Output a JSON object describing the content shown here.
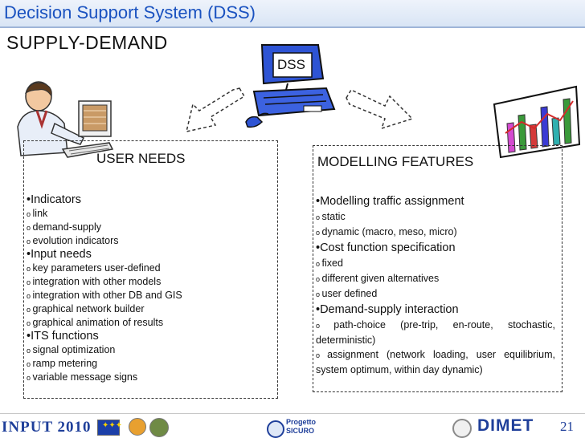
{
  "header": {
    "title": "Decision Support System (DSS)"
  },
  "slide": {
    "subtitle": "SUPPLY-DEMAND"
  },
  "monitor": {
    "label": "DSS"
  },
  "user_needs": {
    "heading": "USER NEEDS",
    "items": [
      {
        "kind": "bullet",
        "text": "Indicators"
      },
      {
        "kind": "sub",
        "text": "link"
      },
      {
        "kind": "sub",
        "text": "demand-supply"
      },
      {
        "kind": "sub",
        "text": "evolution indicators"
      },
      {
        "kind": "bullet",
        "text": "Input needs"
      },
      {
        "kind": "sub",
        "text": "key parameters user-defined"
      },
      {
        "kind": "sub",
        "text": "integration with other models"
      },
      {
        "kind": "sub",
        "text": "integration with other DB and GIS"
      },
      {
        "kind": "sub",
        "text": "graphical network builder"
      },
      {
        "kind": "sub",
        "text": "graphical animation of results"
      },
      {
        "kind": "bullet",
        "text": "ITS functions"
      },
      {
        "kind": "sub",
        "text": "signal optimization"
      },
      {
        "kind": "sub",
        "text": "ramp metering"
      },
      {
        "kind": "sub",
        "text": "variable message signs"
      }
    ]
  },
  "modelling_features": {
    "heading": "MODELLING FEATURES",
    "items": [
      {
        "kind": "bullet",
        "text": "Modelling traffic assignment"
      },
      {
        "kind": "sub",
        "text": "static"
      },
      {
        "kind": "sub",
        "text": "dynamic (macro, meso, micro)"
      },
      {
        "kind": "bullet",
        "text": "Cost function specification"
      },
      {
        "kind": "sub",
        "text": "fixed"
      },
      {
        "kind": "sub",
        "text": "different given alternatives"
      },
      {
        "kind": "sub",
        "text": "user defined"
      },
      {
        "kind": "bullet",
        "text": "Demand-supply interaction"
      },
      {
        "kind": "sub",
        "text": "path-choice (pre-trip, en-route, stochastic, deterministic)"
      },
      {
        "kind": "sub",
        "text": "assignment (network loading, user equilibrium, system optimum, within day dynamic)"
      }
    ]
  },
  "footer": {
    "input_logo": "INPUT 2010",
    "progetto_line1": "Progetto",
    "progetto_line2": "SICURO",
    "dimet_logo": "DIMET",
    "page_number": "21"
  },
  "colors": {
    "title": "#1a52c0",
    "footer_blue": "#1f3f9a"
  }
}
